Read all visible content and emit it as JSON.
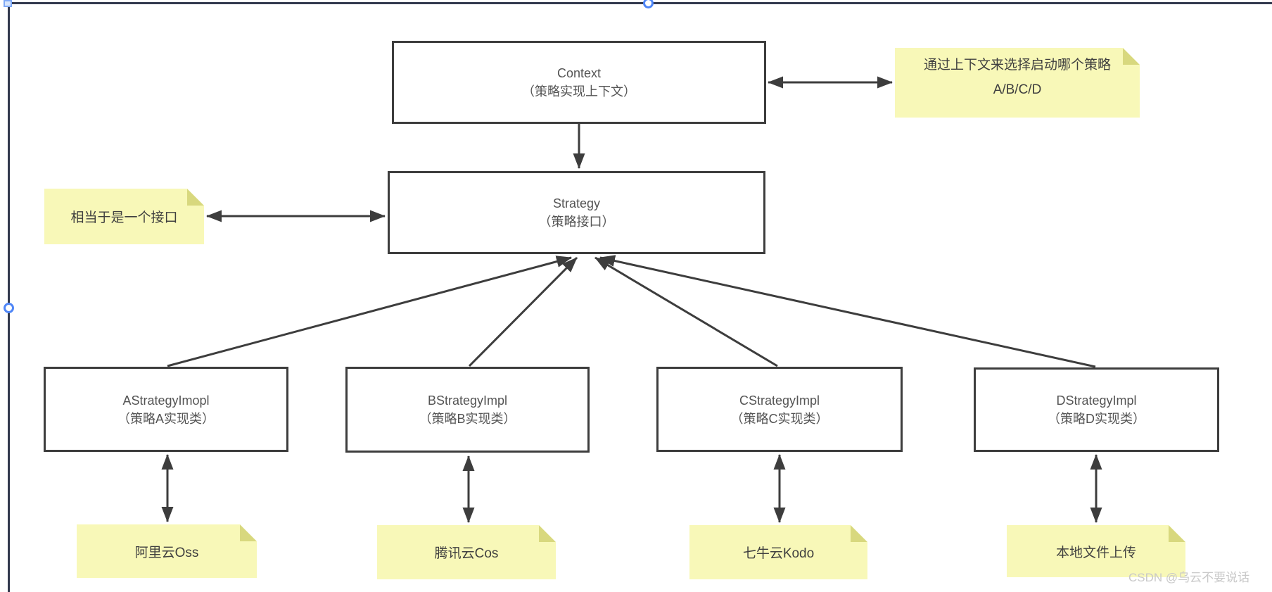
{
  "diagram": {
    "classes": {
      "context": {
        "title": "Context",
        "subtitle": "（策略实现上下文）"
      },
      "strategy": {
        "title": "Strategy",
        "subtitle": "（策略接口）"
      },
      "impl_a": {
        "title": "AStrategyImopl",
        "subtitle": "（策略A实现类）"
      },
      "impl_b": {
        "title": "BStrategyImpl",
        "subtitle": "（策略B实现类）"
      },
      "impl_c": {
        "title": "CStrategyImpl",
        "subtitle": "（策略C实现类）"
      },
      "impl_d": {
        "title": "DStrategyImpl",
        "subtitle": "（策略D实现类）"
      }
    },
    "notes": {
      "context_note": {
        "line1": "通过上下文来选择启动哪个策略",
        "line2": "A/B/C/D"
      },
      "strategy_note": {
        "text": "相当于是一个接口"
      },
      "impl_a_note": {
        "text": "阿里云Oss"
      },
      "impl_b_note": {
        "text": "腾讯云Cos"
      },
      "impl_c_note": {
        "text": "七牛云Kodo"
      },
      "impl_d_note": {
        "text": "本地文件上传"
      }
    },
    "colors": {
      "box_border": "#3d3d3d",
      "box_text": "#545454",
      "note_fill": "#f8f8b8",
      "note_fold": "#d8d87e",
      "connector": "#3d3d3d",
      "selection_border": "#333a4e",
      "selection_handle_blue": "#4f86f7"
    }
  },
  "watermark": {
    "text": "CSDN @乌云不要说话"
  }
}
